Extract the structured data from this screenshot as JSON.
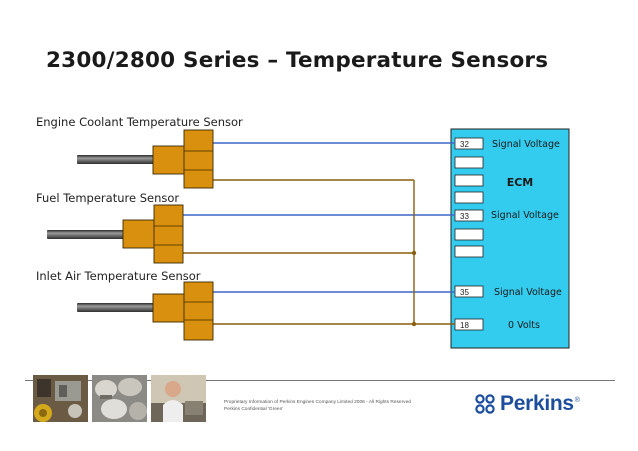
{
  "title": "2300/2800 Series – Temperature Sensors",
  "sensors": [
    {
      "label": "Engine Coolant Temperature Sensor"
    },
    {
      "label": "Fuel Temperature Sensor"
    },
    {
      "label": "Inlet Air Temperature Sensor"
    }
  ],
  "ecm": {
    "label": "ECM",
    "pins": [
      {
        "number": "32",
        "signal": "Signal Voltage"
      },
      {
        "number": "33",
        "signal": "Signal Voltage"
      },
      {
        "number": "35",
        "signal": "Signal Voltage"
      },
      {
        "number": "18",
        "signal": "0  Volts"
      }
    ]
  },
  "colors": {
    "signal_wire": "#3f66c8",
    "ground_wire": "#8a5f10",
    "ecm_fill": "#33ccee",
    "sensor_body": "#d9900e",
    "probe": "#4a4a4a",
    "brand": "#1d4e9e"
  },
  "footer": {
    "line1": "Proprietary Information of Perkins Engines Company Limited 2006 - All Rights Reserved",
    "line2": "Perkins Confidential 'Green'"
  },
  "logo": {
    "word": "Perkins",
    "reg": "®",
    "icon": "perkins-logo-icon"
  }
}
